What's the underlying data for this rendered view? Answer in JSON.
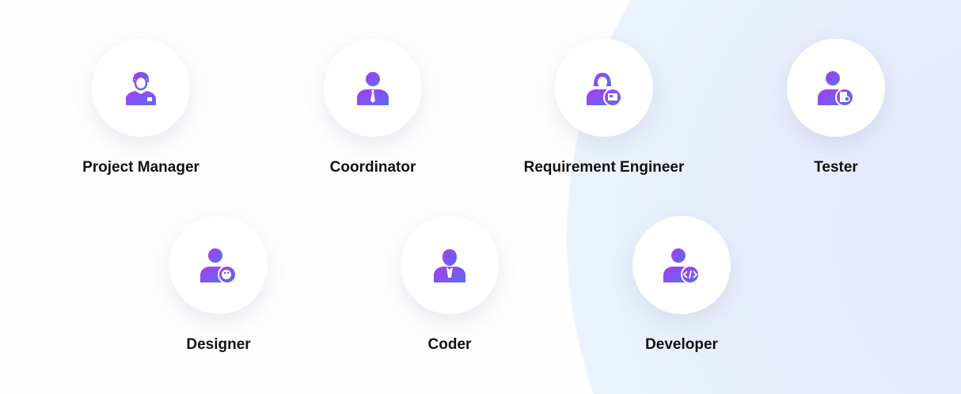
{
  "roles": [
    {
      "label": "Project Manager",
      "icon": "manager-icon"
    },
    {
      "label": "Coordinator",
      "icon": "coordinator-icon"
    },
    {
      "label": "Requirement Engineer",
      "icon": "requirement-engineer-icon"
    },
    {
      "label": "Tester",
      "icon": "tester-icon"
    },
    {
      "label": "Designer",
      "icon": "designer-icon"
    },
    {
      "label": "Coder",
      "icon": "coder-icon"
    },
    {
      "label": "Developer",
      "icon": "developer-icon"
    }
  ],
  "colors": {
    "gradient_start": "#a93bf0",
    "gradient_end": "#566ff0"
  }
}
